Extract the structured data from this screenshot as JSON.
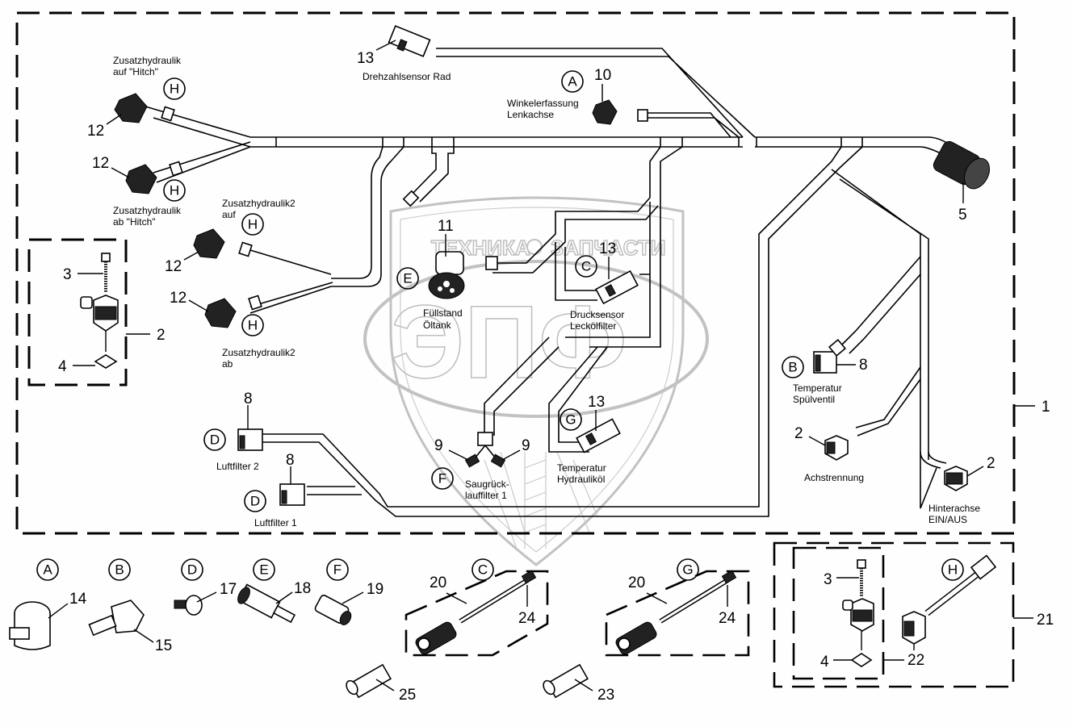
{
  "watermark": {
    "brand_top_left": "ТЕХНИКА",
    "brand_top_right": "ЗАПЧАСТИ",
    "brand_big": "ЭПФ",
    "color": "#b8b8b8"
  },
  "main_harness": {
    "item_number": "1"
  },
  "connectors": [
    {
      "id": "12a",
      "number": "12",
      "ref_letter": "H",
      "label_line1": "Zusatzhydraulik",
      "label_line2": "auf \"Hitch\""
    },
    {
      "id": "12b",
      "number": "12",
      "ref_letter": "H",
      "label_line1": "Zusatzhydraulik",
      "label_line2": "ab \"Hitch\""
    },
    {
      "id": "12c",
      "number": "12",
      "ref_letter": "H",
      "label_line1": "Zusatzhydraulik2",
      "label_line2": "auf"
    },
    {
      "id": "12d",
      "number": "12",
      "ref_letter": "H",
      "label_line1": "Zusatzhydraulik2",
      "label_line2": "ab"
    },
    {
      "id": "13a",
      "number": "13",
      "label_line1": "Drehzahlsensor Rad"
    },
    {
      "id": "10",
      "number": "10",
      "ref_letter": "A",
      "label_line1": "Winkelerfassung",
      "label_line2": "Lenkachse"
    },
    {
      "id": "5",
      "number": "5"
    },
    {
      "id": "11",
      "number": "11",
      "ref_letter": "E",
      "label_line1": "Füllstand",
      "label_line2": "Öltank"
    },
    {
      "id": "13b",
      "number": "13",
      "ref_letter": "C",
      "label_line1": "Drucksensor",
      "label_line2": "Leckölfilter"
    },
    {
      "id": "8a",
      "number": "8",
      "ref_letter": "B",
      "label_line1": "Temperatur",
      "label_line2": "Spülventil"
    },
    {
      "id": "2a",
      "number": "2",
      "label_line1": "Achstrennung"
    },
    {
      "id": "2b",
      "number": "2",
      "label_line1": "Hinterachse",
      "label_line2": "EIN/AUS"
    },
    {
      "id": "8b",
      "number": "8",
      "ref_letter": "D",
      "label_line1": "Luftfilter 2"
    },
    {
      "id": "8c",
      "number": "8",
      "ref_letter": "D",
      "label_line1": "Luftfilter 1"
    },
    {
      "id": "9",
      "number": "9",
      "number_b": "9",
      "ref_letter": "F",
      "label_line1": "Saugrück-",
      "label_line2": "lauffilter 1"
    },
    {
      "id": "13c",
      "number": "13",
      "ref_letter": "G",
      "label_line1": "Temperatur",
      "label_line2": "Hydrauliköl"
    }
  ],
  "solenoid_kit_left": {
    "box_number": "2",
    "screw_number": "3",
    "seal_number": "4"
  },
  "loose_parts": [
    {
      "ref_letter": "A",
      "number": "14"
    },
    {
      "ref_letter": "B",
      "number": "15"
    },
    {
      "ref_letter": "D",
      "number": "17"
    },
    {
      "ref_letter": "E",
      "number": "18"
    },
    {
      "ref_letter": "F",
      "number": "19"
    },
    {
      "ref_letter": "C",
      "cable_number": "20",
      "pin_number": "24"
    },
    {
      "ref_letter": "G",
      "cable_number": "20",
      "pin_number": "24"
    },
    {
      "number": "25"
    },
    {
      "number": "23"
    }
  ],
  "kit_21": {
    "box_number": "21",
    "inner_box_number": "22",
    "screw_number": "3",
    "seal_number": "4",
    "ref_letter": "H"
  }
}
